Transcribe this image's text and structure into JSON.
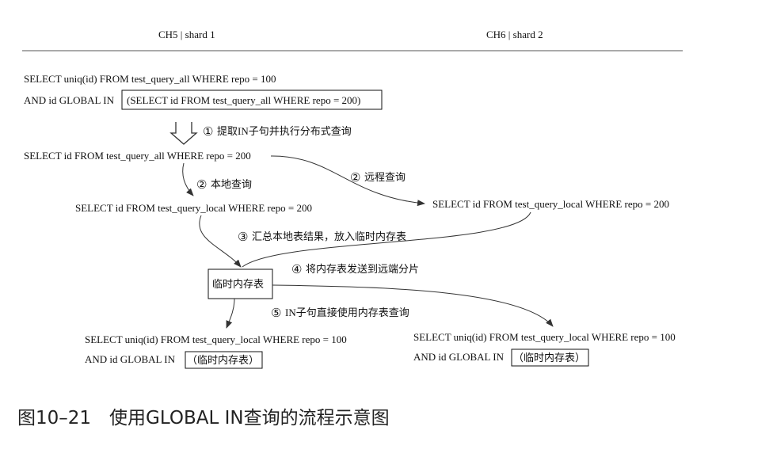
{
  "header": {
    "left": "CH5 | shard 1",
    "right": "CH6 | shard 2"
  },
  "query": {
    "line1": "SELECT uniq(id) FROM test_query_all WHERE repo = 100",
    "line2_prefix": "AND id GLOBAL IN",
    "subquery": "(SELECT id FROM test_query_all WHERE repo = 200)"
  },
  "steps": {
    "s1": "提取IN子句并执行分布式查询",
    "s2_local": "本地查询",
    "s2_remote": "远程查询",
    "s3": "汇总本地表结果，放入临时内存表",
    "s4": "将内存表发送到远端分片",
    "s5": "IN子句直接使用内存表查询"
  },
  "step_numbers": {
    "n1": "①",
    "n2a": "②",
    "n2b": "②",
    "n3": "③",
    "n4": "④",
    "n5": "⑤"
  },
  "queries": {
    "distributed": "SELECT id FROM test_query_all WHERE repo = 200",
    "local_shard1": "SELECT id FROM test_query_local WHERE repo = 200",
    "remote_shard2": "SELECT id FROM test_query_local WHERE repo = 200"
  },
  "temp_table": "临时内存表",
  "final_left": {
    "line1": "SELECT uniq(id) FROM test_query_local WHERE repo = 100",
    "line2_prefix": "AND id GLOBAL IN",
    "temp": "（临时内存表）"
  },
  "final_right": {
    "line1": "SELECT uniq(id) FROM test_query_local WHERE repo = 100",
    "line2_prefix": "AND id GLOBAL IN",
    "temp": "（临时内存表）"
  },
  "caption": "图10–21　使用GLOBAL IN查询的流程示意图",
  "colors": {
    "ink": "#111111",
    "line": "#333333",
    "rule": "#555555"
  }
}
